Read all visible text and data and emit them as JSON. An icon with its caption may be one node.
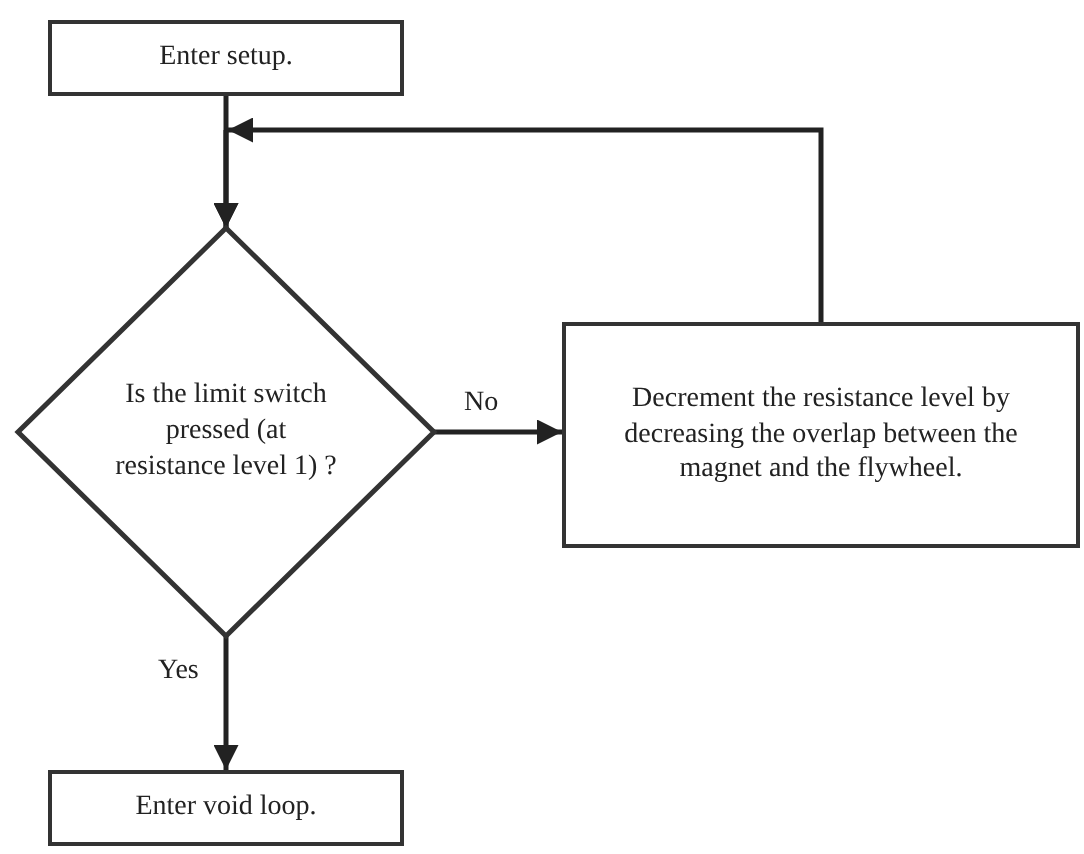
{
  "diagram": {
    "nodes": [
      {
        "text": [
          "Enter setup."
        ]
      },
      {
        "text": [
          "Is the limit switch pressed (at resistance level 1) ?"
        ]
      },
      {
        "text": [
          "Decrement the resistance level by decreasing the overlap between the magnet and the flywheel."
        ]
      },
      {
        "text": [
          "Enter void loop."
        ]
      }
    ],
    "edges": [
      {
        "from": 0,
        "to": 1,
        "arrow": "to"
      },
      {
        "from": 1,
        "to": 2,
        "arrow": "to",
        "label": "No"
      },
      {
        "from": 2,
        "to": 1,
        "arrow": "to"
      },
      {
        "from": 1,
        "to": 3,
        "arrow": "to",
        "label": "Yes"
      }
    ]
  }
}
